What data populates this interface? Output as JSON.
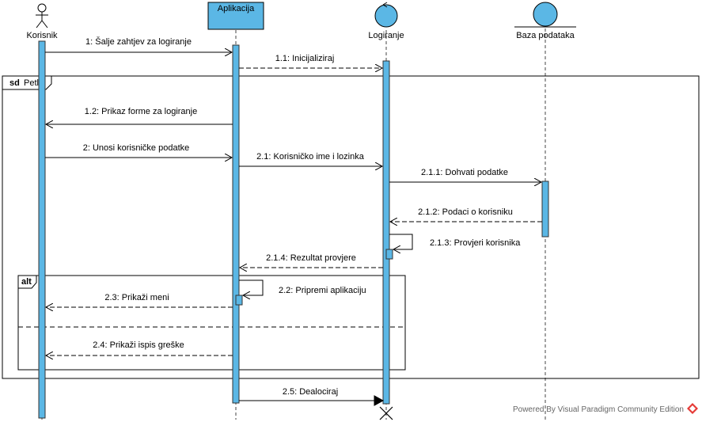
{
  "lifelines": {
    "korisnik": "Korisnik",
    "aplikacija": "Aplikacija",
    "logiranje": "Logiranje",
    "baza": "Baza podataka"
  },
  "fragments": {
    "loop_keyword": "sd",
    "loop_name": "Petlja",
    "alt_keyword": "alt"
  },
  "messages": {
    "m1": "1: Šalje zahtjev za logiranje",
    "m1_1": "1.1: Inicijaliziraj",
    "m1_2": "1.2: Prikaz forme za logiranje",
    "m2": "2: Unosi korisničke podatke",
    "m2_1": "2.1: Korisničko ime i lozinka",
    "m2_1_1": "2.1.1: Dohvati podatke",
    "m2_1_2": "2.1.2: Podaci o korisniku",
    "m2_1_3": "2.1.3: Provjeri korisnika",
    "m2_1_4": "2.1.4: Rezultat provjere",
    "m2_2": "2.2: Pripremi aplikaciju",
    "m2_3": "2.3: Prikaži meni",
    "m2_4": "2.4: Prikaži ispis greške",
    "m2_5": "2.5: Dealociraj"
  },
  "footer": {
    "text": "Powered By  Visual Paradigm Community Edition"
  },
  "colors": {
    "activation": "#5BB7E5",
    "boundary": "#5BB7E5",
    "footer_text": "#666666"
  }
}
